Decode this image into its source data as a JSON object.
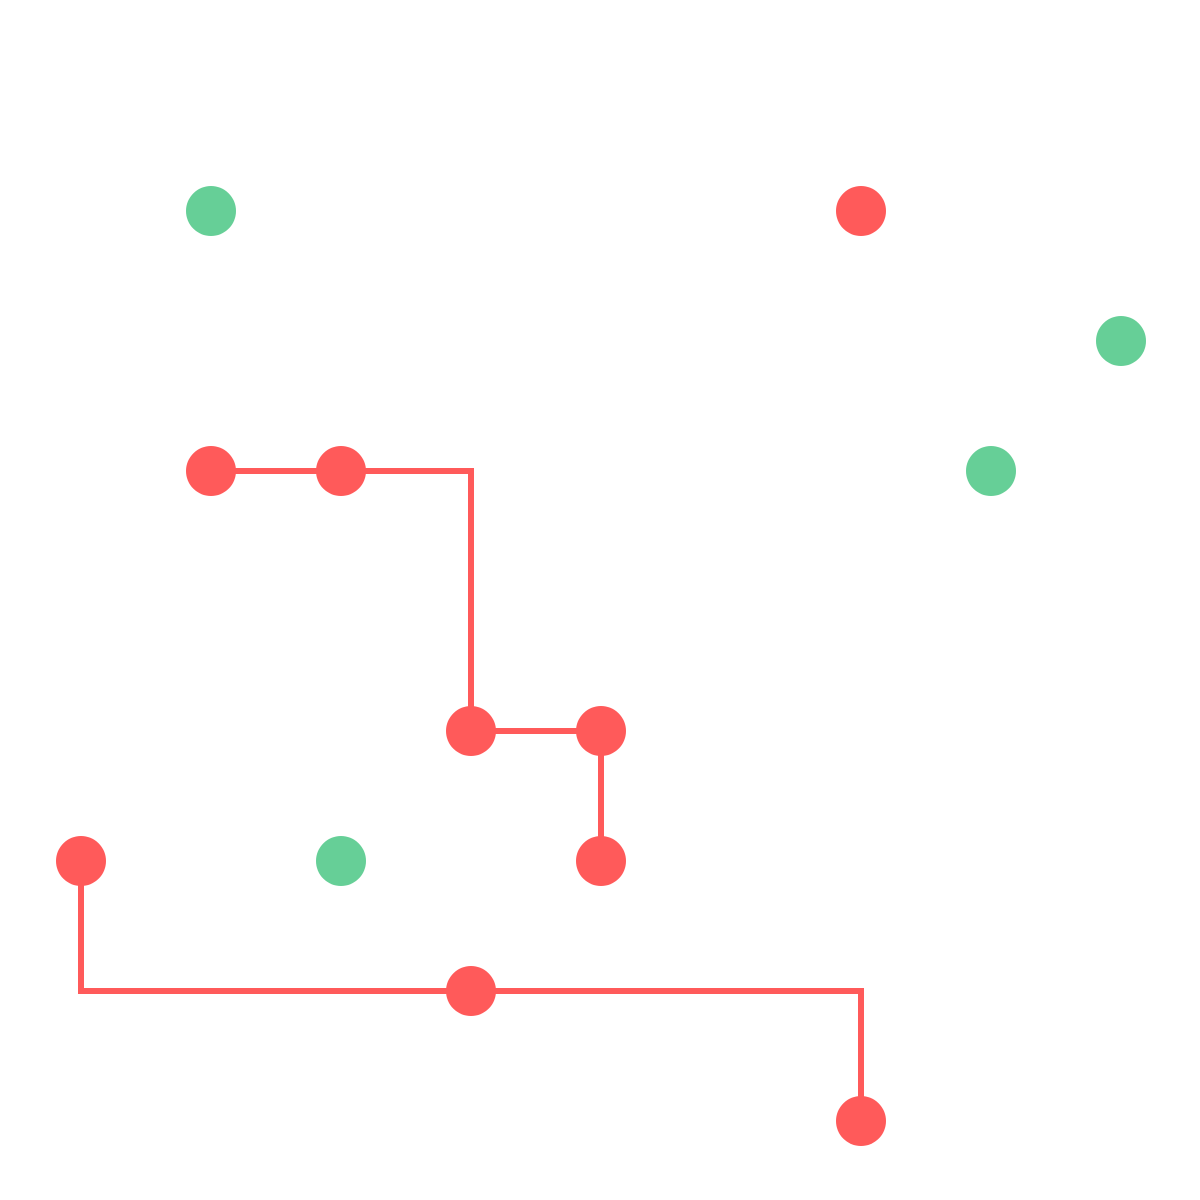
{
  "colors": {
    "red": "#ff5a5a",
    "green": "#66cf97",
    "background": "#ffffff"
  },
  "grid": {
    "columns": 9,
    "rows": 9
  },
  "nodes": [
    {
      "id": "g1",
      "col": 1,
      "row": 1,
      "color": "green"
    },
    {
      "id": "r1",
      "col": 6,
      "row": 1,
      "color": "red"
    },
    {
      "id": "g2",
      "col": 8,
      "row": 2,
      "color": "green"
    },
    {
      "id": "r2",
      "col": 1,
      "row": 3,
      "color": "red"
    },
    {
      "id": "r3",
      "col": 2,
      "row": 3,
      "color": "red"
    },
    {
      "id": "g3",
      "col": 7,
      "row": 3,
      "color": "green"
    },
    {
      "id": "r4",
      "col": 3,
      "row": 5,
      "color": "red"
    },
    {
      "id": "r5",
      "col": 4,
      "row": 5,
      "color": "red"
    },
    {
      "id": "r6",
      "col": 0,
      "row": 6,
      "color": "red"
    },
    {
      "id": "g4",
      "col": 2,
      "row": 6,
      "color": "green"
    },
    {
      "id": "r7",
      "col": 4,
      "row": 6,
      "color": "red"
    },
    {
      "id": "r8",
      "col": 3,
      "row": 7,
      "color": "red"
    },
    {
      "id": "r9",
      "col": 6,
      "row": 8,
      "color": "red"
    }
  ],
  "paths": [
    {
      "color": "red",
      "points": [
        [
          1,
          3
        ],
        [
          2,
          3
        ],
        [
          3,
          3
        ],
        [
          3,
          5
        ],
        [
          4,
          5
        ],
        [
          4,
          6
        ]
      ]
    },
    {
      "color": "red",
      "points": [
        [
          0,
          6
        ],
        [
          0,
          7
        ],
        [
          3,
          7
        ],
        [
          6,
          7
        ],
        [
          6,
          8
        ]
      ]
    }
  ]
}
